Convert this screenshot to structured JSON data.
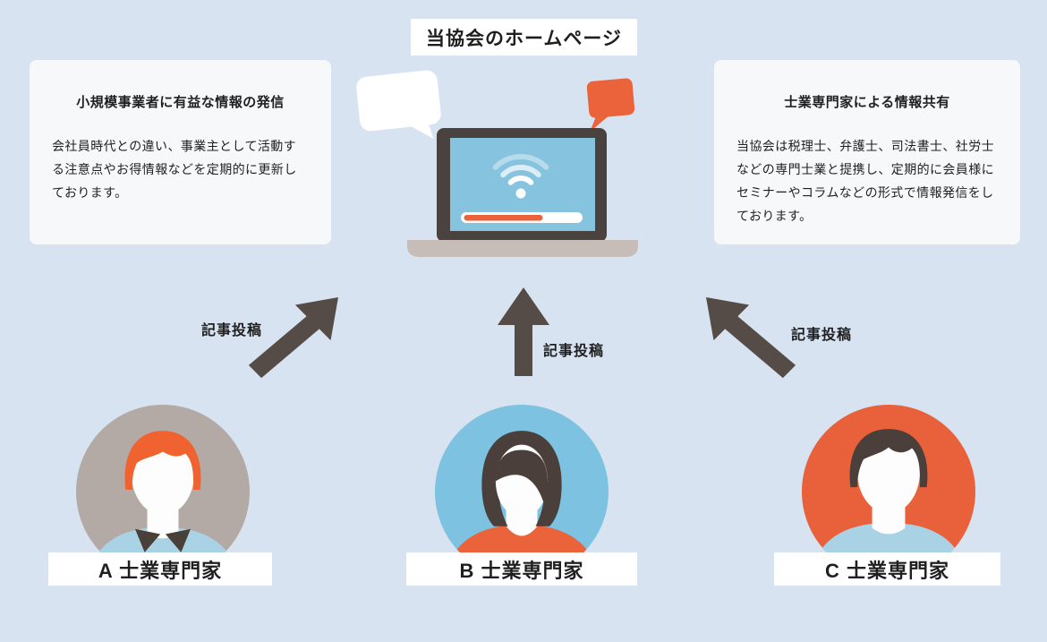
{
  "colors": {
    "background": "#d8e3f1",
    "card_bg": "#f7f8f9",
    "box_bg": "#ffffff",
    "text_primary": "#1f1f1f",
    "arrow": "#564c47",
    "accent_orange": "#ea633a",
    "laptop_frame": "#4a423e",
    "laptop_screen": "#86c3de",
    "laptop_base": "#c6bdb9",
    "avatar_a_bg": "#b3aaa5",
    "avatar_b_bg": "#7dc2e0",
    "avatar_c_bg": "#e9613b",
    "shirt_blue": "#a9d3e5",
    "hair_dark": "#4a3f3b",
    "hair_orange": "#f06331",
    "collar_dark": "#4a403a",
    "skin": "#fdfdfd"
  },
  "title": "当協会のホームページ",
  "left_card": {
    "heading": "小規模事業者に有益な情報の発信",
    "body": "会社員時代との違い、事業主として活動する注意点やお得情報などを定期的に更新しております。"
  },
  "right_card": {
    "heading": "士業専門家による情報共有",
    "body": "当協会は税理士、弁護士、司法書士、社労士などの専門士業と提携し、定期的に会員様にセミナーやコラムなどの形式で情報発信をしております。"
  },
  "arrows": {
    "left_label": "記事投稿",
    "center_label": "記事投稿",
    "right_label": "記事投稿"
  },
  "experts": [
    {
      "id": "a",
      "label": "A 士業専門家",
      "avatar": "male-orange-hair"
    },
    {
      "id": "b",
      "label": "B 士業専門家",
      "avatar": "female-dark-hair"
    },
    {
      "id": "c",
      "label": "C 士業専門家",
      "avatar": "male-dark-hair"
    }
  ]
}
